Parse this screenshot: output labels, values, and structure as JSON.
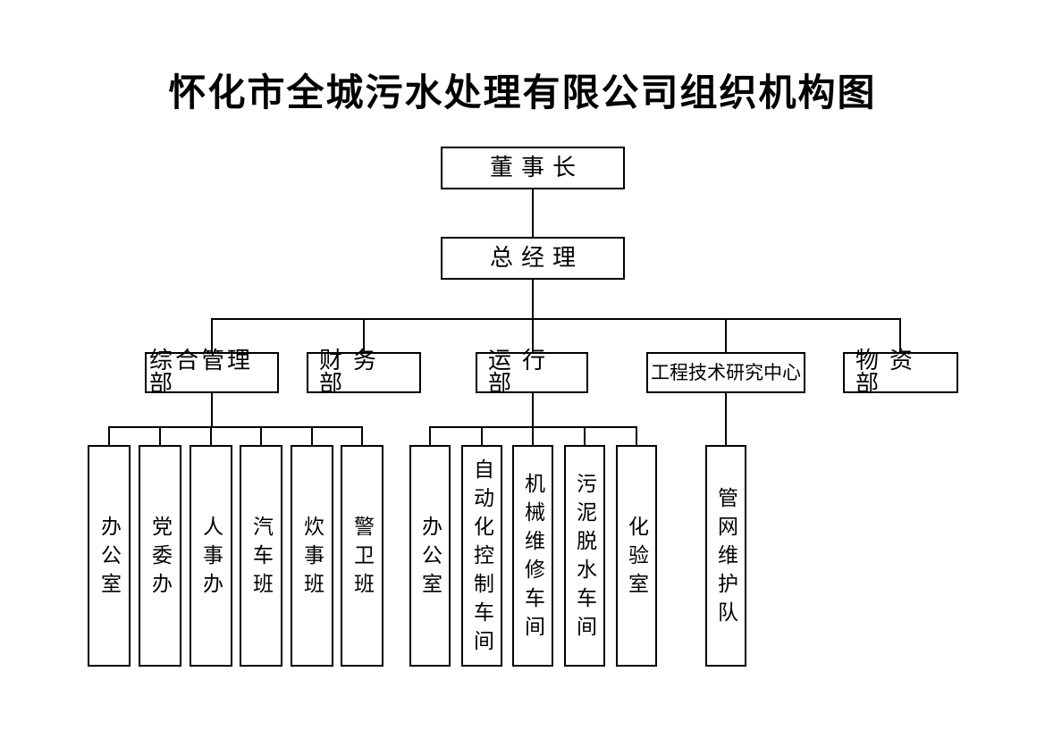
{
  "title": "怀化市全城污水处理有限公司组织机构图",
  "org": {
    "chairman": "董事长",
    "general_manager": "总经理",
    "departments": [
      {
        "label": "综合管理部",
        "children": [
          "办公室",
          "党委办",
          "人事办",
          "汽车班",
          "炊事班",
          "警卫班"
        ]
      },
      {
        "label": "财务部",
        "children": []
      },
      {
        "label": "运行部",
        "children": [
          "办公室",
          "自动化控制车间",
          "机械维修车间",
          "污泥脱水车间",
          "化验室"
        ]
      },
      {
        "label": "工程技术研究中心",
        "children": [
          "管网维护队"
        ]
      },
      {
        "label": "物资部",
        "children": []
      }
    ]
  },
  "colors": {
    "line": "#000000",
    "background": "#ffffff",
    "text": "#000000"
  }
}
